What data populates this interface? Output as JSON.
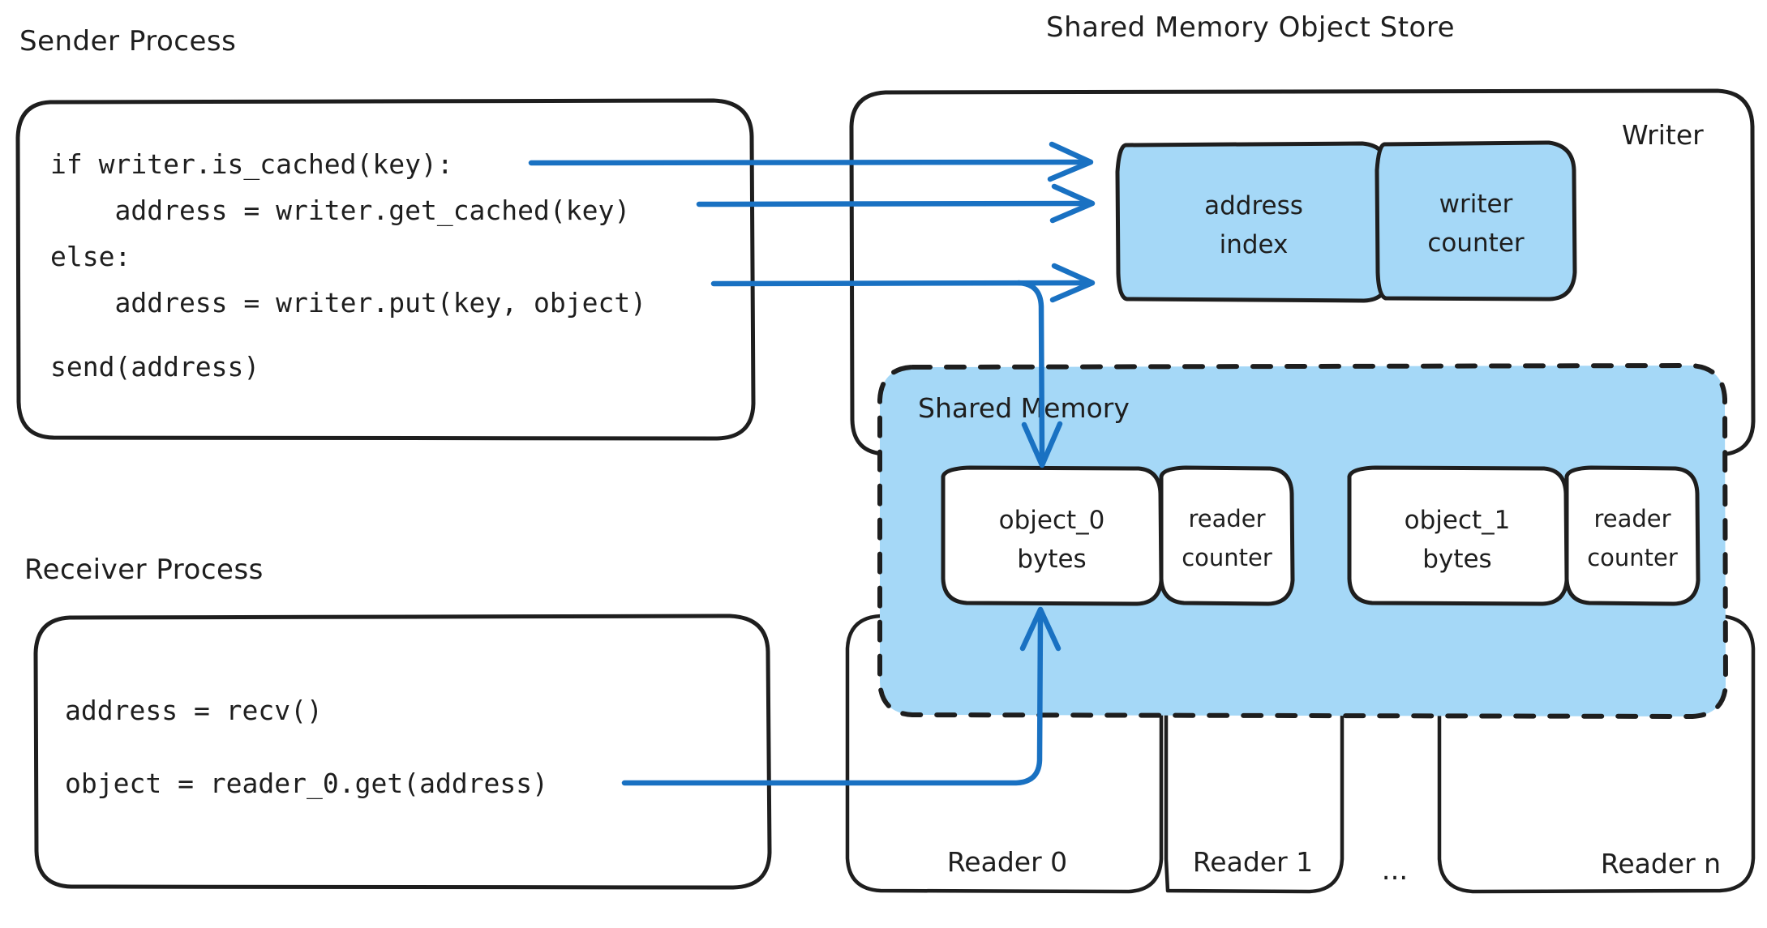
{
  "colors": {
    "stroke": "#1e1e1e",
    "arrow": "#1971c2",
    "fill_blue": "#a5d8f7",
    "background": "#ffffff"
  },
  "sections": {
    "sender": {
      "title": "Sender Process",
      "code_lines": [
        "if writer.is_cached(key):",
        "    address = writer.get_cached(key)",
        "else:",
        "    address = writer.put(key, object)",
        "",
        "send(address)"
      ]
    },
    "receiver": {
      "title": "Receiver Process",
      "code_lines": [
        "address = recv()",
        "object = reader_0.get(address)"
      ]
    },
    "store": {
      "title": "Shared Memory Object Store"
    }
  },
  "writer": {
    "label": "Writer",
    "nodes": [
      {
        "line1": "address",
        "line2": "index"
      },
      {
        "line1": "writer",
        "line2": "counter"
      }
    ]
  },
  "shared_memory": {
    "label": "Shared Memory",
    "slots": [
      {
        "object_line1": "object_0",
        "object_line2": "bytes",
        "counter_line1": "reader",
        "counter_line2": "counter"
      },
      {
        "object_line1": "object_1",
        "object_line2": "bytes",
        "counter_line1": "reader",
        "counter_line2": "counter"
      }
    ]
  },
  "readers": {
    "items": [
      {
        "label": "Reader 0"
      },
      {
        "label": "Reader 1"
      },
      {
        "label": "..."
      },
      {
        "label": "Reader n"
      }
    ]
  }
}
